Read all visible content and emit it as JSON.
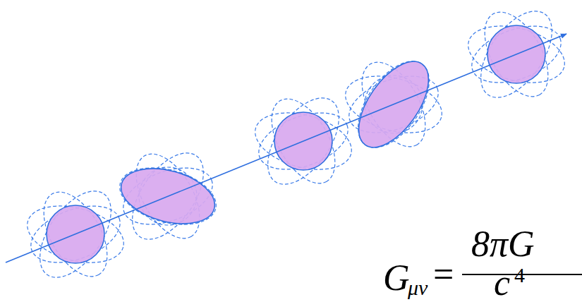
{
  "diagram": {
    "labels": [
      "G",
      "μν",
      "=",
      "8πG",
      "c",
      "4"
    ]
  }
}
